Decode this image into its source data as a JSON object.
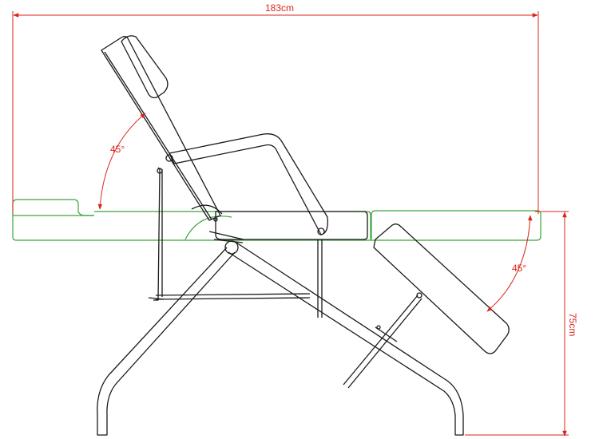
{
  "dimensions": {
    "total_length": "183cm",
    "height": "75cm",
    "backrest_angle": "45°",
    "legrest_angle": "45°"
  },
  "colors": {
    "dimension_line": "#d9261c",
    "flat_position_outline": "#3aa43a",
    "chair_outline": "#1a1a1a"
  }
}
